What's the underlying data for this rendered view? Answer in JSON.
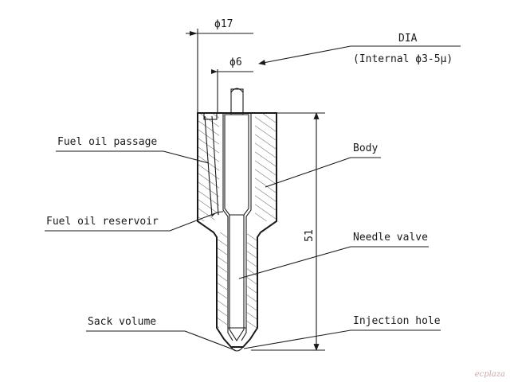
{
  "labels": {
    "fuel_oil_passage": "Fuel oil passage",
    "fuel_oil_reservoir": "Fuel oil reservoir",
    "sack_volume": "Sack volume",
    "body": "Body",
    "needle_valve": "Needle valve",
    "injection_hole": "Injection hole",
    "dia": "DIA",
    "dia_note": "(Internal ϕ3-5μ)"
  },
  "dimensions": {
    "outer_diameter": "ϕ17",
    "needle_diameter": "ϕ6",
    "length": "51"
  },
  "watermark": "ecplaza",
  "colors": {
    "line": "#1a1a1a",
    "background": "#ffffff",
    "watermark": "#c9a9a9"
  }
}
